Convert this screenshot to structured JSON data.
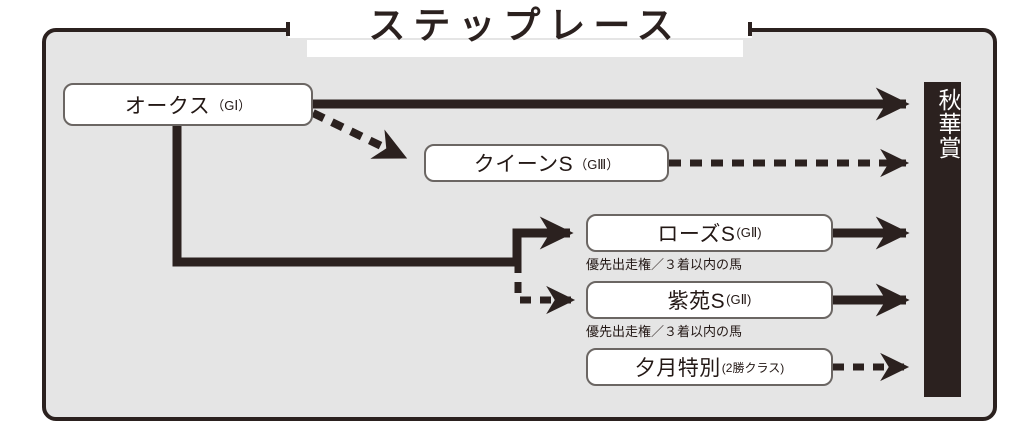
{
  "diagram": {
    "title": "ステップレース",
    "colors": {
      "panel_background": "#e5e5e5",
      "frame_border": "#2b211f",
      "box_fill": "#ffffff",
      "box_border": "#6b6663",
      "ink": "#231815",
      "goal_bar": "#2b211f",
      "goal_text": "#ffffff"
    },
    "goal": {
      "label": "秋華賞"
    },
    "boxes": [
      {
        "id": "oaks",
        "name": "オークス",
        "grade": "（GⅠ）"
      },
      {
        "id": "queen",
        "name": "クイーンS",
        "grade": "（GⅢ）"
      },
      {
        "id": "rose",
        "name": "ローズS",
        "grade": "(GⅡ)"
      },
      {
        "id": "shion",
        "name": "紫苑S",
        "grade": "(GⅡ)"
      },
      {
        "id": "yuduki",
        "name": "夕月特別",
        "grade": "(2勝クラス)"
      }
    ],
    "notes": [
      {
        "id": "note-rose",
        "text": "優先出走権／３着以内の馬"
      },
      {
        "id": "note-shion",
        "text": "優先出走権／３着以内の馬"
      }
    ],
    "connectors": [
      {
        "id": "oaks-to-goal",
        "from": "オークス",
        "to": "秋華賞",
        "style": "solid"
      },
      {
        "id": "oaks-to-queen",
        "from": "オークス",
        "to": "クイーンS",
        "style": "dashed"
      },
      {
        "id": "queen-to-goal",
        "from": "クイーンS",
        "to": "秋華賞",
        "style": "dashed"
      },
      {
        "id": "oaks-to-rose",
        "from": "オークス",
        "to": "ローズS",
        "style": "solid"
      },
      {
        "id": "oaks-to-shion",
        "from": "オークス",
        "to": "紫苑S",
        "style": "dashed"
      },
      {
        "id": "rose-to-goal",
        "from": "ローズS",
        "to": "秋華賞",
        "style": "solid"
      },
      {
        "id": "shion-to-goal",
        "from": "紫苑S",
        "to": "秋華賞",
        "style": "solid"
      },
      {
        "id": "yuduki-to-goal",
        "from": "夕月特別",
        "to": "秋華賞",
        "style": "dashed"
      }
    ]
  }
}
